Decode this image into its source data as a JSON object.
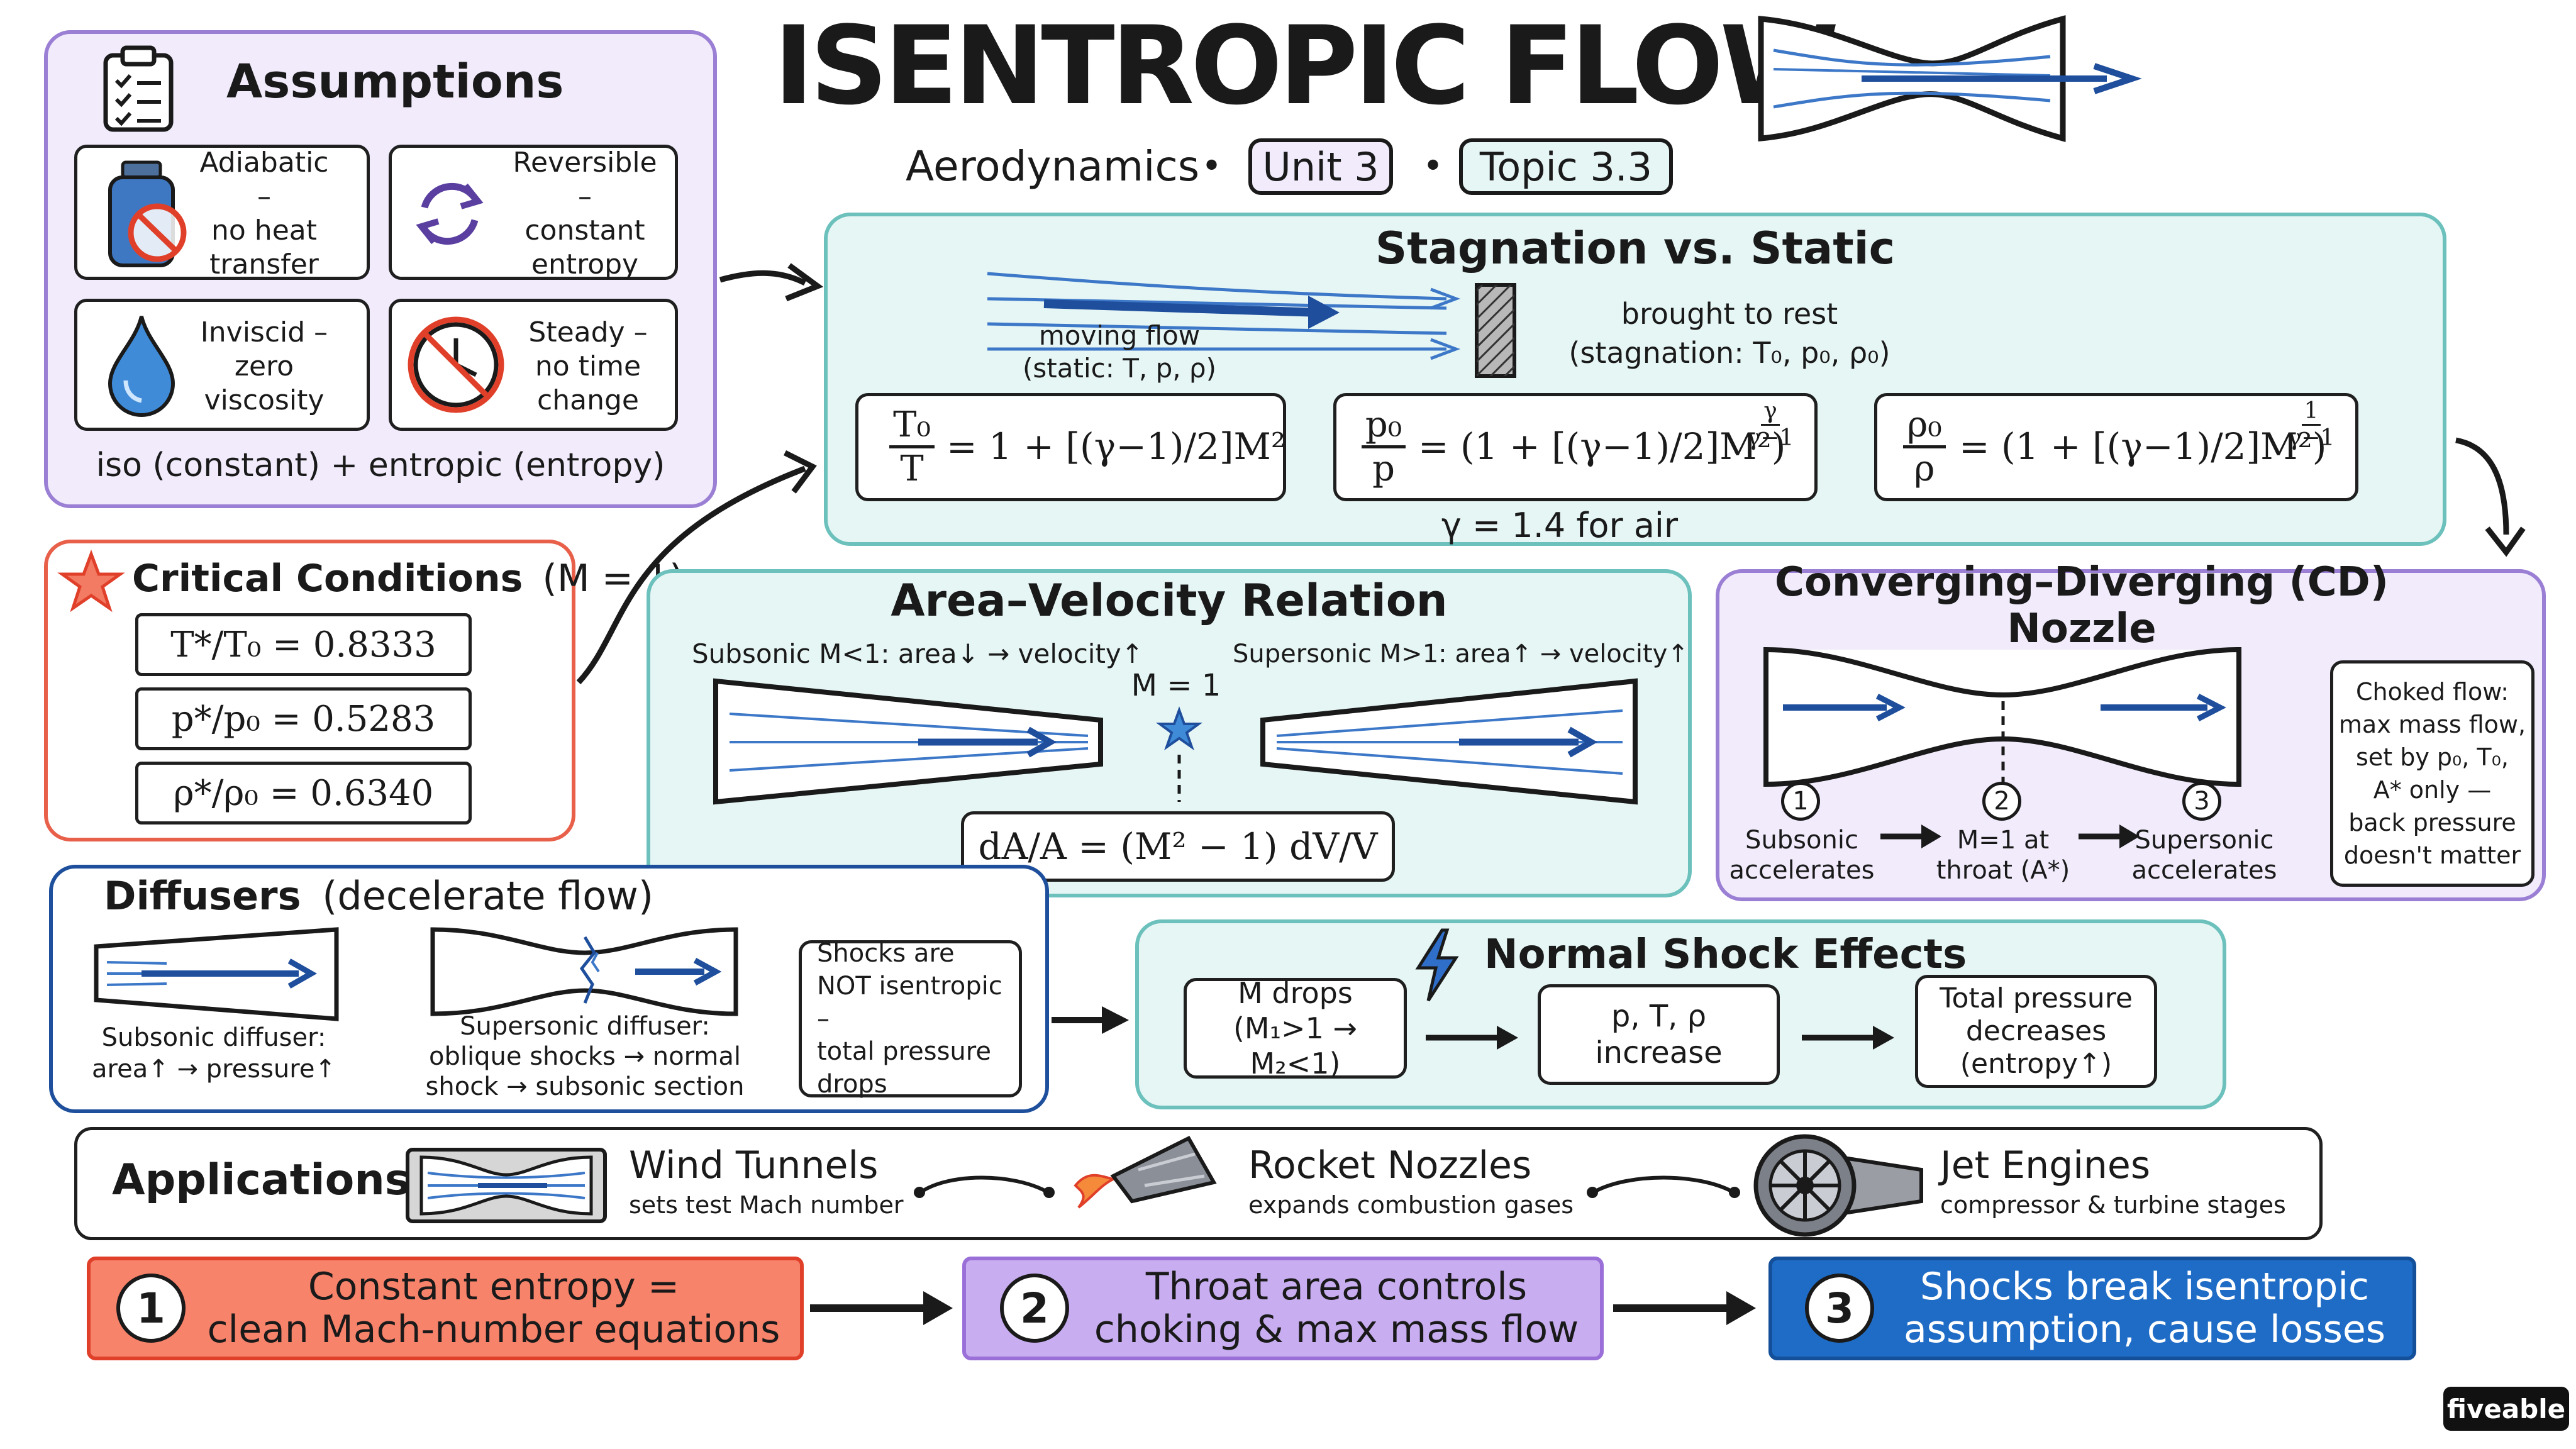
{
  "header": {
    "title": "ISENTROPIC FLOW",
    "course": "Aerodynamics",
    "unit": "Unit 3",
    "topic": "Topic 3.3",
    "dot": "•"
  },
  "assumptions": {
    "title": "Assumptions",
    "items": [
      {
        "icon": "thermos-no-heat-icon",
        "lines": [
          "Adiabatic –",
          "no heat",
          "transfer"
        ]
      },
      {
        "icon": "reversible-arrows-icon",
        "lines": [
          "Reversible –",
          "constant",
          "entropy"
        ]
      },
      {
        "icon": "water-drop-icon",
        "lines": [
          "Inviscid –",
          "zero",
          "viscosity"
        ]
      },
      {
        "icon": "no-clock-icon",
        "lines": [
          "Steady –",
          "no time",
          "change"
        ]
      }
    ],
    "footer": "iso (constant) + entropic (entropy)"
  },
  "stagnation": {
    "title": "Stagnation vs. Static",
    "moving_label": [
      "moving flow",
      "(static: T, p, ρ)"
    ],
    "rest_label": [
      "brought to rest",
      "(stagnation: T₀, p₀, ρ₀)"
    ],
    "formulas": [
      {
        "num": "T₀",
        "den": "T",
        "rhs": "= 1 + [(γ−1)/2]M²",
        "exp": ""
      },
      {
        "num": "p₀",
        "den": "p",
        "rhs": "= (1 + [(γ−1)/2]M²)",
        "exp_num": "γ",
        "exp_den": "γ−1"
      },
      {
        "num": "ρ₀",
        "den": "ρ",
        "rhs": "= (1 + [(γ−1)/2]M²)",
        "exp_num": "1",
        "exp_den": "γ−1"
      }
    ],
    "gamma_note": "γ = 1.4 for air"
  },
  "critical": {
    "title": "Critical Conditions",
    "subtitle": "(M = 1)",
    "rows": [
      "T*/T₀ = 0.8333",
      "p*/p₀ = 0.5283",
      "ρ*/ρ₀ = 0.6340"
    ],
    "accent": "#e8503a"
  },
  "area_velocity": {
    "title": "Area–Velocity Relation",
    "subsonic": "Subsonic M<1: area↓ → velocity↑",
    "supersonic": "Supersonic M>1: area↑ → velocity↑",
    "sonic": "M = 1",
    "equation": "dA/A = (M² − 1) dV/V"
  },
  "cd_nozzle": {
    "title": "Converging–Diverging (CD) Nozzle",
    "stages": [
      {
        "num": "1",
        "lines": [
          "Subsonic",
          "accelerates"
        ]
      },
      {
        "num": "2",
        "lines": [
          "M=1 at",
          "throat (A*)"
        ]
      },
      {
        "num": "3",
        "lines": [
          "Supersonic",
          "accelerates"
        ]
      }
    ],
    "note": [
      "Choked flow:",
      "max mass flow,",
      "set by p₀, T₀,",
      "A* only —",
      "back pressure",
      "doesn't matter"
    ]
  },
  "diffusers": {
    "title": "Diffusers",
    "subtitle": "(decelerate flow)",
    "subsonic": [
      "Subsonic diffuser:",
      "area↑ → pressure↑"
    ],
    "supersonic": [
      "Supersonic diffuser:",
      "oblique shocks → normal",
      "shock → subsonic section"
    ],
    "note": [
      "Shocks are",
      "NOT isentropic –",
      "total pressure",
      "drops"
    ]
  },
  "normal_shock": {
    "title": "Normal Shock Effects",
    "steps": [
      [
        "M drops",
        "(M₁>1 → M₂<1)"
      ],
      [
        "p, T, ρ",
        "increase"
      ],
      [
        "Total pressure",
        "decreases",
        "(entropy↑)"
      ]
    ]
  },
  "applications": {
    "title": "Applications",
    "items": [
      {
        "name": "Wind Tunnels",
        "desc": "sets test Mach number",
        "icon": "wind-tunnel-icon"
      },
      {
        "name": "Rocket Nozzles",
        "desc": "expands combustion gases",
        "icon": "rocket-nozzle-icon"
      },
      {
        "name": "Jet Engines",
        "desc": "compressor & turbine stages",
        "icon": "jet-engine-icon"
      }
    ]
  },
  "takeaways": [
    {
      "num": "1",
      "lines": [
        "Constant entropy =",
        "clean Mach-number equations"
      ],
      "bg": "#f8836b",
      "border": "#e0402a",
      "color": "#1a1a1a"
    },
    {
      "num": "2",
      "lines": [
        "Throat area controls",
        "choking & max mass flow"
      ],
      "bg": "#c8aef0",
      "border": "#9a6fd8",
      "color": "#1a1a1a"
    },
    {
      "num": "3",
      "lines": [
        "Shocks break isentropic",
        "assumption, cause losses"
      ],
      "bg": "#1f6cc6",
      "border": "#14509a",
      "color": "#ffffff"
    }
  ],
  "brand": "fiveable",
  "colors": {
    "purple_bg": "#f1ebfb",
    "purple_border": "#9b7fd4",
    "teal_bg": "#e6f6f5",
    "teal_border": "#6cc1bd",
    "red_border": "#e8604a",
    "blue_border": "#1e4f9c",
    "flow_arrow": "#1e4e9c"
  }
}
